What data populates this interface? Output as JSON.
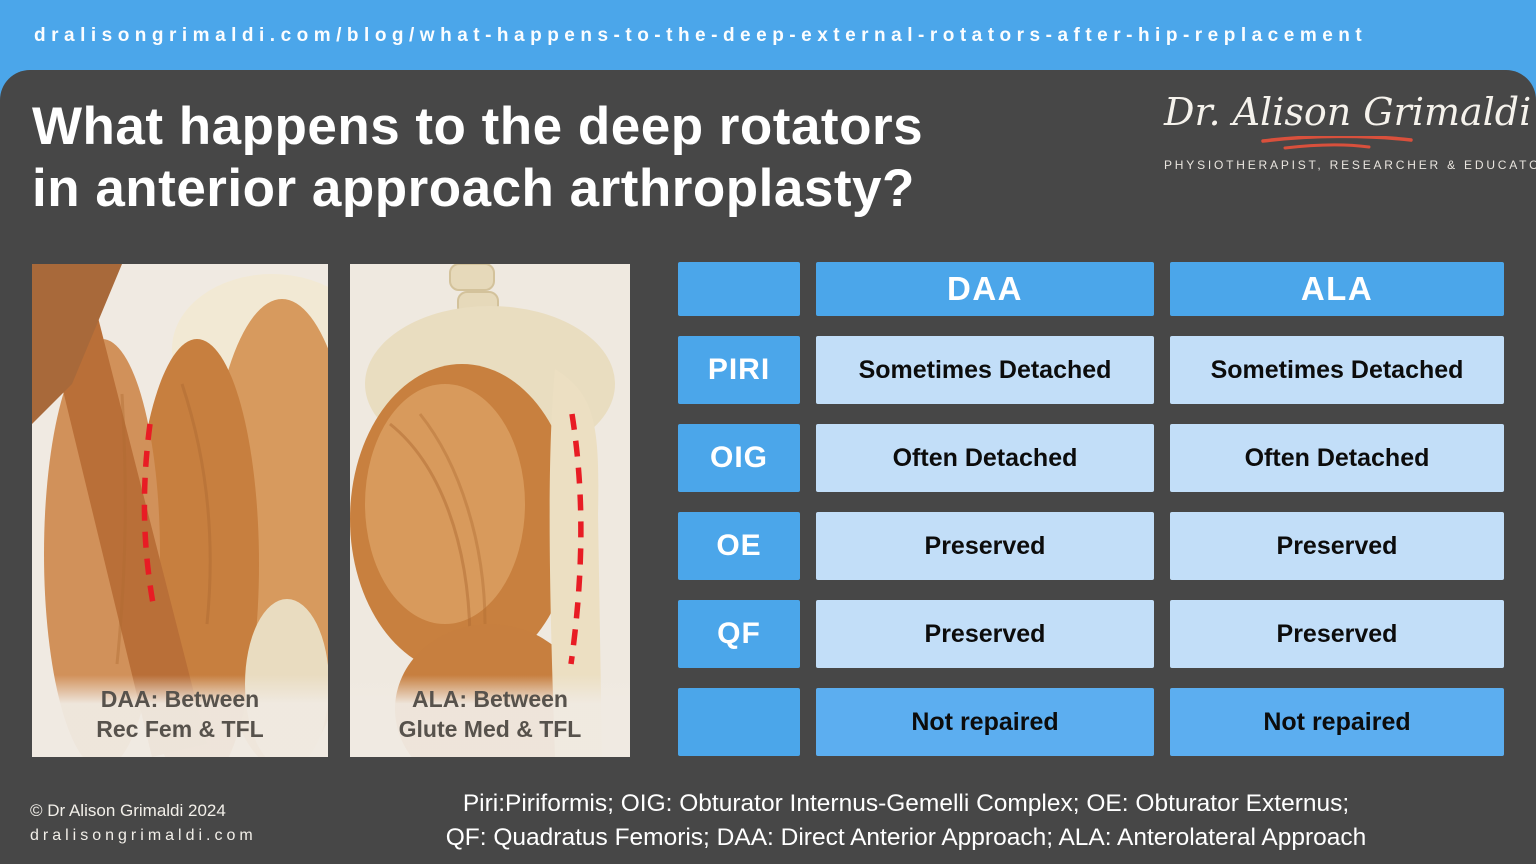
{
  "topbar": {
    "url": "dralisongrimaldi.com/blog/what-happens-to-the-deep-external-rotators-after-hip-replacement"
  },
  "header": {
    "title_line1": "What happens to the deep rotators",
    "title_line2": "in anterior approach arthroplasty?",
    "logo_name": "Dr. Alison Grimaldi",
    "logo_tagline": "PHYSIOTHERAPIST, RESEARCHER & EDUCATOR"
  },
  "figures": {
    "daa": {
      "caption_line1": "DAA: Between",
      "caption_line2": "Rec Fem & TFL"
    },
    "ala": {
      "caption_line1": "ALA: Between",
      "caption_line2": "Glute Med & TFL"
    }
  },
  "table": {
    "col_daa": "DAA",
    "col_ala": "ALA",
    "rows": [
      {
        "label": "PIRI",
        "daa": "Sometimes Detached",
        "ala": "Sometimes Detached"
      },
      {
        "label": "OIG",
        "daa": "Often Detached",
        "ala": "Often Detached"
      },
      {
        "label": "OE",
        "daa": "Preserved",
        "ala": "Preserved"
      },
      {
        "label": "QF",
        "daa": "Preserved",
        "ala": "Preserved"
      },
      {
        "label": "",
        "daa": "Not repaired",
        "ala": "Not repaired"
      }
    ]
  },
  "footer": {
    "copyright": "© Dr Alison Grimaldi 2024",
    "website": "dralisongrimaldi.com",
    "legend_line1": "Piri:Piriformis; OIG: Obturator Internus-Gemelli Complex; OE: Obturator Externus;",
    "legend_line2": "QF: Quadratus Femoris; DAA: Direct Anterior Approach; ALA: Anterolateral Approach"
  },
  "colors": {
    "topbar_blue": "#4BA6EA",
    "panel_gray": "#474747",
    "cell_blue": "#4BA6EA",
    "cell_light_blue": "#C2DEF8",
    "cell_mid_blue": "#5CAEF0",
    "incision_red": "#E81C24"
  }
}
